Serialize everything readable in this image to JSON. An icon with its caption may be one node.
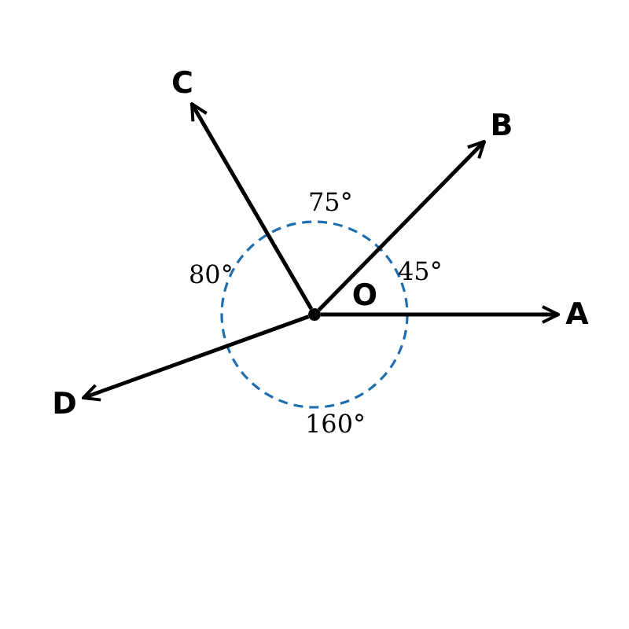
{
  "diagram": {
    "nodes": [
      {
        "text": [
          "C"
        ]
      },
      {
        "text": [
          "B"
        ]
      },
      {
        "text": [
          "O"
        ]
      },
      {
        "text": [
          "A"
        ]
      },
      {
        "text": [
          "D"
        ]
      }
    ],
    "edges": [
      {
        "from": 2,
        "to": 3,
        "arrow": "to"
      },
      {
        "from": 2,
        "to": 1,
        "arrow": "to"
      },
      {
        "from": 2,
        "to": 0,
        "arrow": "to"
      },
      {
        "from": 2,
        "to": 4,
        "arrow": "to"
      }
    ],
    "labels": [
      "75°",
      "80°",
      "45°",
      "160°"
    ]
  }
}
